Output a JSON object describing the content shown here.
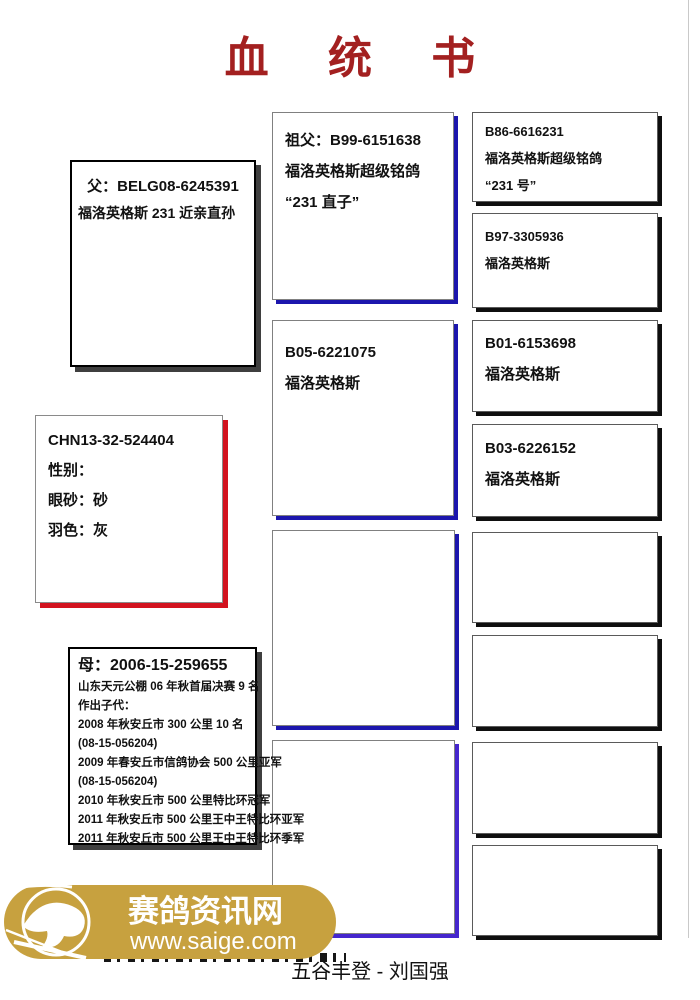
{
  "title": "血 统 书",
  "footer": "五谷丰登 - 刘国强",
  "watermark": {
    "site_name": "赛鸽资讯网",
    "site_url": "www.saige.com"
  },
  "subject": {
    "ring_number": "CHN13-32-524404",
    "sex": "性别：",
    "eye": "眼砂：砂",
    "feather": "羽色：灰"
  },
  "father": {
    "label": "父：BELG08-6245391",
    "desc": "福洛英格斯 231 近亲直孙"
  },
  "mother": {
    "label": "母：2006-15-259655",
    "lines": [
      "山东天元公棚 06 年秋首届决赛 9 名",
      "作出子代：",
      "2008 年秋安丘市 300 公里 10 名",
      "(08-15-056204)",
      "2009 年春安丘市信鸽协会 500 公里亚军",
      "(08-15-056204)",
      "2010 年秋安丘市 500 公里特比环冠军",
      "2011 年秋安丘市 500 公里王中王特比环亚军",
      "2011 年秋安丘市 500 公里王中王特比环季军"
    ]
  },
  "grandfather": {
    "label": "祖父：B99-6151638",
    "line2": "福洛英格斯超级铭鸽",
    "line3": "“231 直子”"
  },
  "grandmother_side": {
    "label": "B05-6221075",
    "line2": "福洛英格斯"
  },
  "great_grandparents": [
    {
      "label": "B86-6616231",
      "line2": "福洛英格斯超级铭鸽",
      "line3": "“231 号”"
    },
    {
      "label": "B97-3305936",
      "line2": "福洛英格斯"
    },
    {
      "label": "B01-6153698",
      "line2": "福洛英格斯"
    },
    {
      "label": "B03-6226152",
      "line2": "福洛英格斯"
    }
  ],
  "colors": {
    "title_red": "#a32020",
    "accent_blue": "#1c16ad",
    "accent_purple": "#4526cd",
    "accent_red": "#d2131f",
    "shadow_black": "#0f0f0f",
    "watermark_gold": "#c7a13f"
  }
}
